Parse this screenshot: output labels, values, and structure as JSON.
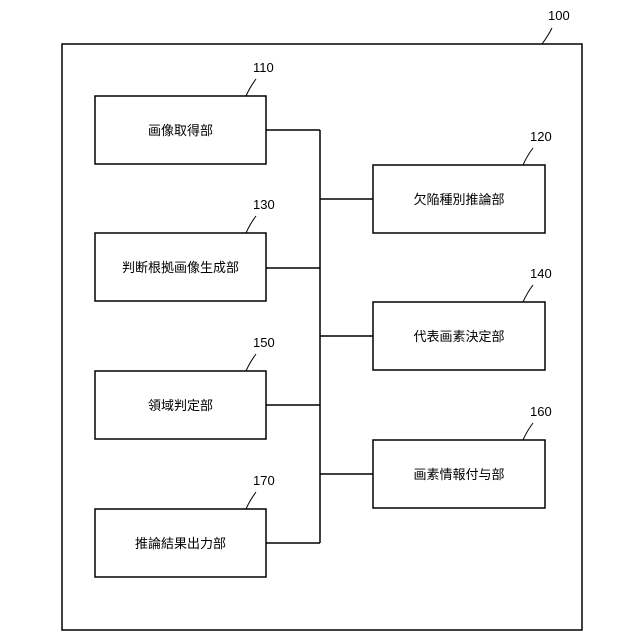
{
  "system": {
    "ref": "100"
  },
  "blocks": {
    "image_acquisition": {
      "ref": "110",
      "label": "画像取得部"
    },
    "defect_type_inference": {
      "ref": "120",
      "label": "欠陥種別推論部"
    },
    "basis_image_generation": {
      "ref": "130",
      "label": "判断根拠画像生成部"
    },
    "representative_pixel": {
      "ref": "140",
      "label": "代表画素決定部"
    },
    "region_determination": {
      "ref": "150",
      "label": "領域判定部"
    },
    "pixel_info_assignment": {
      "ref": "160",
      "label": "画素情報付与部"
    },
    "inference_output": {
      "ref": "170",
      "label": "推論結果出力部"
    }
  }
}
